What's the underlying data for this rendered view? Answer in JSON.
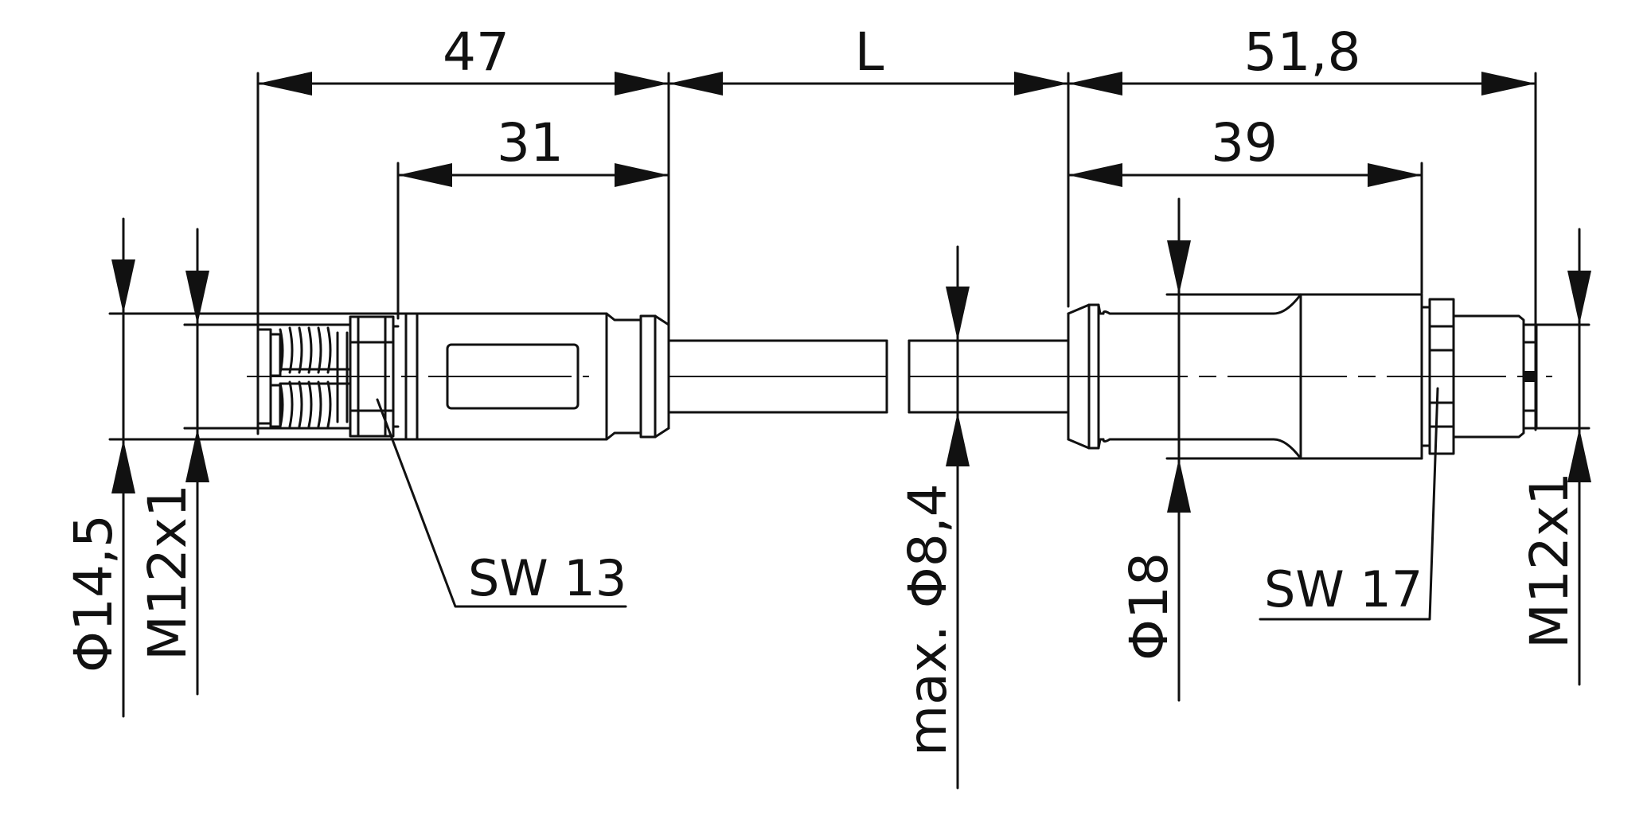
{
  "dimensions": {
    "left_total": "47",
    "left_body": "31",
    "cable_length": "L",
    "right_total": "51,8",
    "right_body": "39",
    "dia_left_body": "Φ14,5",
    "thread_left": "M12x1",
    "cable_dia": "max. Φ8,4",
    "dia_right_body": "Φ18",
    "thread_right": "M12x1"
  },
  "labels": {
    "wrench_left": "SW 13",
    "wrench_right": "SW 17"
  }
}
